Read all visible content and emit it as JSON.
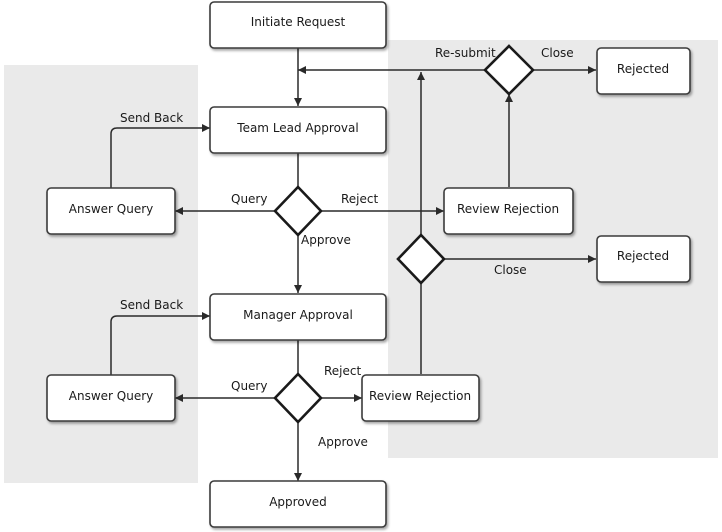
{
  "nodes": {
    "initiate_request": "Initiate Request",
    "team_lead_approval": "Team Lead Approval",
    "answer_query_1": "Answer Query",
    "review_rejection_1": "Review Rejection",
    "rejected_top": "Rejected",
    "rejected_mid": "Rejected",
    "manager_approval": "Manager Approval",
    "answer_query_2": "Answer Query",
    "review_rejection_2": "Review Rejection",
    "approved": "Approved"
  },
  "edge_labels": {
    "resubmit": "Re-submit",
    "close_top": "Close",
    "send_back_1": "Send Back",
    "query_1": "Query",
    "reject_1": "Reject",
    "approve_1": "Approve",
    "close_mid": "Close",
    "send_back_2": "Send Back",
    "query_2": "Query",
    "reject_2": "Reject",
    "approve_2": "Approve"
  }
}
